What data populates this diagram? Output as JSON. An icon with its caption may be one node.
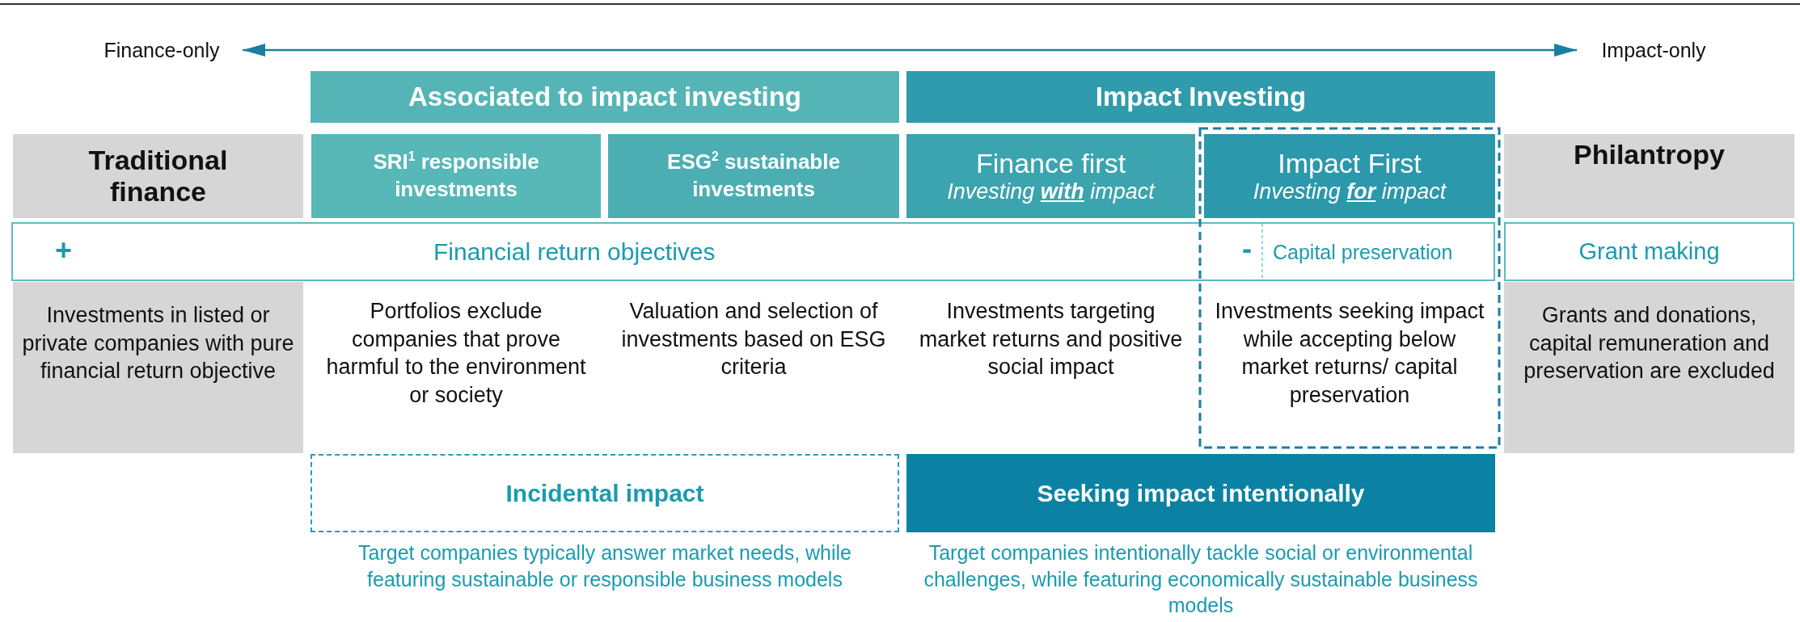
{
  "diagram": {
    "nodes": [
      {
        "text": [
          "Finance-only"
        ]
      },
      {
        "text": [
          "Impact-only"
        ]
      },
      {
        "text": [
          "Associated to impact investing"
        ]
      },
      {
        "text": [
          "Impact Investing"
        ]
      },
      {
        "text": [
          "Traditional finance"
        ]
      },
      {
        "text": [
          "SRI$^{1}$ responsible investments"
        ]
      },
      {
        "text": [
          "ESG$^{2}$ sustainable investments"
        ]
      },
      {
        "text": [
          "Finance first",
          "Investing **with** impact"
        ]
      },
      {
        "text": [
          "Impact First",
          "Investing **for** impact"
        ]
      },
      {
        "text": [
          "Philantropy"
        ]
      },
      {
        "text": [
          "+",
          "Financial return objectives",
          "-",
          "Capital preservation"
        ]
      },
      {
        "text": [
          "Grant making"
        ]
      },
      {
        "text": [
          "Investments in listed or private companies with pure financial return objective"
        ]
      },
      {
        "text": [
          "Grants and donations, capital remuneration and preservation are excluded"
        ]
      },
      {
        "text": [
          "Incidental impact"
        ],
        "beside": [
          "Target companies typically answer market needs, while featuring sustainable or responsible business models"
        ]
      },
      {
        "text": [
          "Seeking impact intentionally"
        ],
        "beside": [
          "Target companies intentionally tackle social or environmental challenges, while featuring economically sustainable business models"
        ]
      }
    ],
    "edges": [
      {
        "from": 0,
        "to": 1,
        "arrow": "both"
      }
    ],
    "labels": [
      "Portfolios exclude companies that prove harmful to the environment or society",
      "Valuation and selection of investments based on ESG criteria",
      "Investments targeting market returns and positive social impact",
      "Investments seeking impact while accepting below market returns/ capital preservation"
    ]
  }
}
